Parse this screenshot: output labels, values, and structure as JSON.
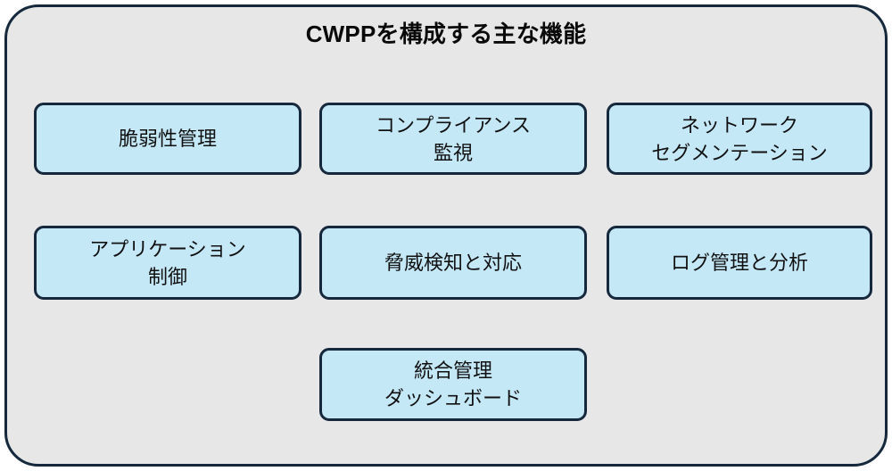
{
  "diagram": {
    "title": "CWPPを構成する主な機能",
    "colors": {
      "page_background": "#ffffff",
      "panel_fill": "#e7e7e7",
      "panel_border": "#16283c",
      "node_fill": "#c5e8f7",
      "node_border": "#16283c",
      "text": "#111111"
    },
    "nodes": [
      {
        "id": "vulnerability-management",
        "label": "脆弱性管理",
        "row": 1,
        "column": 1
      },
      {
        "id": "compliance-monitoring",
        "label": "コンプライアンス\n監視",
        "row": 1,
        "column": 2
      },
      {
        "id": "network-segmentation",
        "label": "ネットワーク\nセグメンテーション",
        "row": 1,
        "column": 3
      },
      {
        "id": "application-control",
        "label": "アプリケーション\n制御",
        "row": 2,
        "column": 1
      },
      {
        "id": "threat-detection-response",
        "label": "脅威検知と対応",
        "row": 2,
        "column": 2
      },
      {
        "id": "log-management-analysis",
        "label": "ログ管理と分析",
        "row": 2,
        "column": 3
      },
      {
        "id": "unified-dashboard",
        "label": "統合管理\nダッシュボード",
        "row": 3,
        "column": 2
      }
    ]
  }
}
